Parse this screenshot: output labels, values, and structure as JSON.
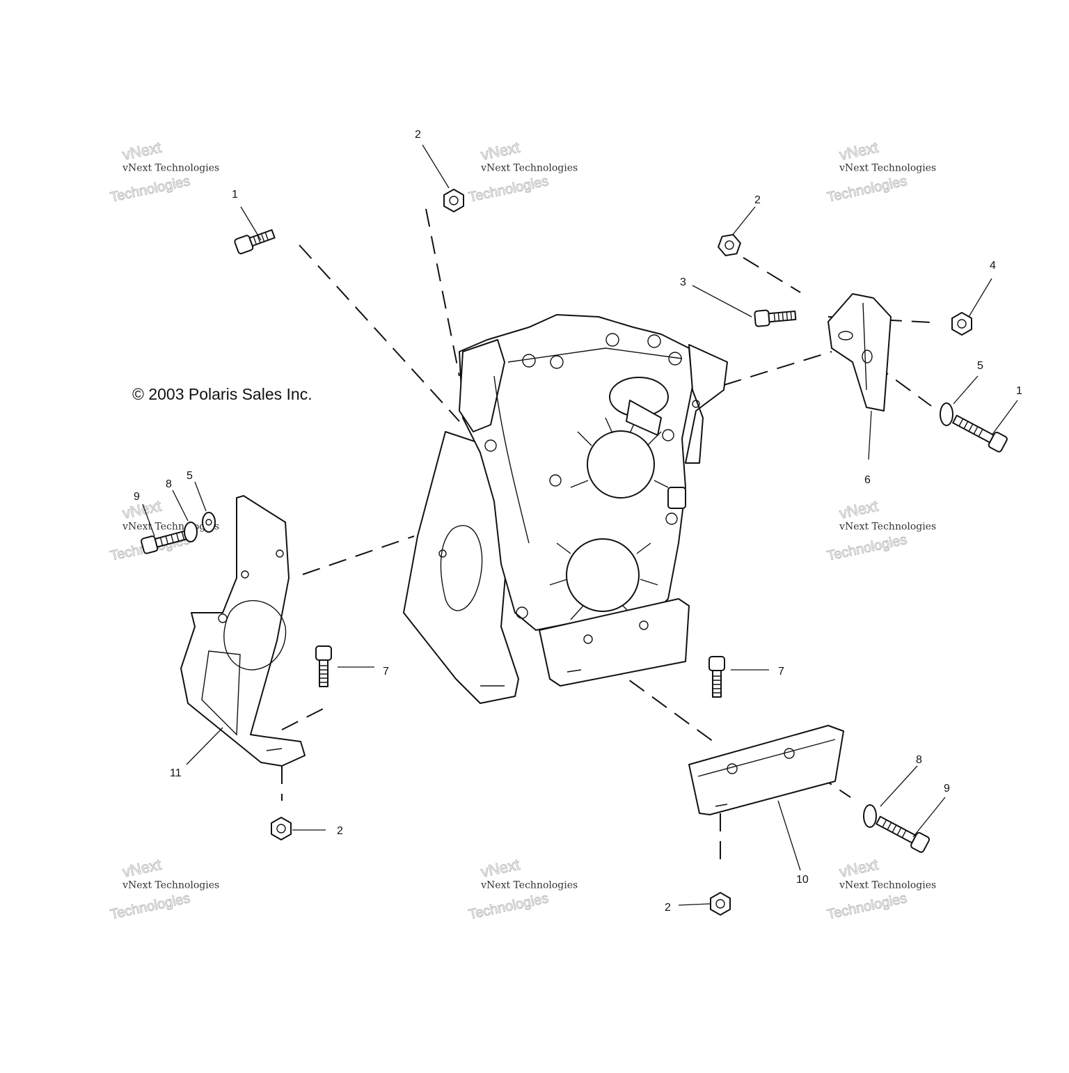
{
  "copyright": "© 2003 Polaris Sales Inc.",
  "watermark": {
    "line1": "vNext",
    "line2": "vNext Technologies",
    "line3": "Technologies"
  },
  "callouts": [
    {
      "id": "c1a",
      "label": "1"
    },
    {
      "id": "c2a",
      "label": "2"
    },
    {
      "id": "c2b",
      "label": "2"
    },
    {
      "id": "c3",
      "label": "3"
    },
    {
      "id": "c4",
      "label": "4"
    },
    {
      "id": "c5a",
      "label": "5"
    },
    {
      "id": "c1b",
      "label": "1"
    },
    {
      "id": "c6",
      "label": "6"
    },
    {
      "id": "c9a",
      "label": "9"
    },
    {
      "id": "c8a",
      "label": "8"
    },
    {
      "id": "c5b",
      "label": "5"
    },
    {
      "id": "c7a",
      "label": "7"
    },
    {
      "id": "c7b",
      "label": "7"
    },
    {
      "id": "c11",
      "label": "11"
    },
    {
      "id": "c2c",
      "label": "2"
    },
    {
      "id": "c8b",
      "label": "8"
    },
    {
      "id": "c9b",
      "label": "9"
    },
    {
      "id": "c10",
      "label": "10"
    },
    {
      "id": "c2d",
      "label": "2"
    }
  ]
}
